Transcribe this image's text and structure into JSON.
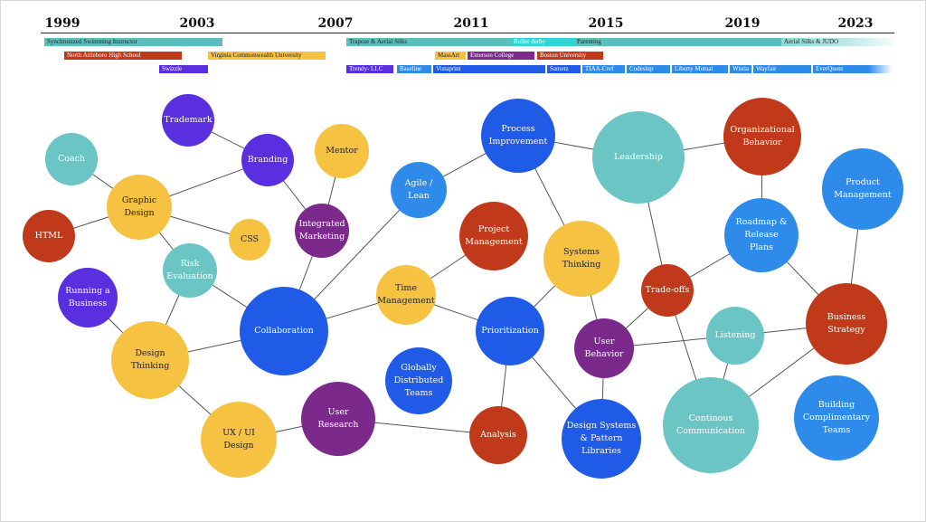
{
  "timeline": {
    "years": [
      "1999",
      "2003",
      "2007",
      "2011",
      "2015",
      "2019",
      "2023"
    ],
    "bars": [
      {
        "id": "b1",
        "label": "Synchronized Swimming Instructor",
        "color": "#5BBFBF",
        "dark": true
      },
      {
        "id": "b2",
        "label": "North Attleboro High School",
        "color": "#C0391B",
        "dark": false
      },
      {
        "id": "b3",
        "label": "Virginia Commonwealth University",
        "color": "#F5C242",
        "dark": true
      },
      {
        "id": "b4",
        "label": "Swizzle",
        "color": "#5A2FE0",
        "dark": false
      },
      {
        "id": "b5",
        "label": "Trapeze & Aerial Silks",
        "color": "#5BBFBF",
        "dark": true
      },
      {
        "id": "b6",
        "label": "Roller derby",
        "color": "#2ED6D6",
        "dark": false
      },
      {
        "id": "b7",
        "label": "Parenting",
        "color": "#5BBFBF",
        "dark": true
      },
      {
        "id": "b8",
        "label": "Aerial Silks & JUDO",
        "color": "#BFE8E8",
        "dark": true
      },
      {
        "id": "b9",
        "label": "MassArt",
        "color": "#F5C242",
        "dark": true
      },
      {
        "id": "b10",
        "label": "Emerson College",
        "color": "#7B2A8C",
        "dark": false
      },
      {
        "id": "b11",
        "label": "Boston University",
        "color": "#C0391B",
        "dark": false
      },
      {
        "id": "b12",
        "label": "Trendy- LLC",
        "color": "#5A2FE0",
        "dark": false
      },
      {
        "id": "b13",
        "label": "Baseline",
        "color": "#2E8BEA",
        "dark": false
      },
      {
        "id": "b14",
        "label": "Vistaprint",
        "color": "#1F5BE6",
        "dark": false
      },
      {
        "id": "b15",
        "label": "Sametz",
        "color": "#1F5BE6",
        "dark": false
      },
      {
        "id": "b16",
        "label": "TIAA-Cref",
        "color": "#2E8BEA",
        "dark": false
      },
      {
        "id": "b17",
        "label": "Codeship",
        "color": "#2E8BEA",
        "dark": false
      },
      {
        "id": "b18",
        "label": "Liberty Mutual",
        "color": "#2E8BEA",
        "dark": false
      },
      {
        "id": "b19",
        "label": "Wistia",
        "color": "#2E8BEA",
        "dark": false
      },
      {
        "id": "b20",
        "label": "Wayfair",
        "color": "#2E8BEA",
        "dark": false
      },
      {
        "id": "b21",
        "label": "EverQuote",
        "color": "#2E8BEA",
        "dark": false
      }
    ]
  },
  "nodes": [
    {
      "id": "trademark",
      "label": "Trademark",
      "color": "#5A2FE0",
      "dark": false
    },
    {
      "id": "coach",
      "label": "Coach",
      "color": "#6BC5C5",
      "dark": false
    },
    {
      "id": "branding",
      "label": "Branding",
      "color": "#5A2FE0",
      "dark": false
    },
    {
      "id": "mentor",
      "label": "Mentor",
      "color": "#F5C242",
      "dark": true
    },
    {
      "id": "graphic",
      "label": "Graphic\nDesign",
      "color": "#F5C242",
      "dark": true
    },
    {
      "id": "html",
      "label": "HTML",
      "color": "#C0391B",
      "dark": false
    },
    {
      "id": "css",
      "label": "CSS",
      "color": "#F5C242",
      "dark": true
    },
    {
      "id": "intmarketing",
      "label": "Integrated\nMarketing",
      "color": "#7B2A8C",
      "dark": false
    },
    {
      "id": "risk",
      "label": "Risk\nEvaluation",
      "color": "#6BC5C5",
      "dark": false
    },
    {
      "id": "running",
      "label": "Running a\nBusiness",
      "color": "#5A2FE0",
      "dark": false
    },
    {
      "id": "designthinking",
      "label": "Design\nThinking",
      "color": "#F5C242",
      "dark": true
    },
    {
      "id": "collab",
      "label": "Collaboration",
      "color": "#1F5BE6",
      "dark": false
    },
    {
      "id": "uxui",
      "label": "UX / UI\nDesign",
      "color": "#F5C242",
      "dark": true
    },
    {
      "id": "userresearch",
      "label": "User\nResearch",
      "color": "#7B2A8C",
      "dark": false
    },
    {
      "id": "agile",
      "label": "Agile / Lean",
      "color": "#2E8BEA",
      "dark": false
    },
    {
      "id": "process",
      "label": "Process\nImprovement",
      "color": "#1F5BE6",
      "dark": false
    },
    {
      "id": "projmgmt",
      "label": "Project\nManagement",
      "color": "#C0391B",
      "dark": false
    },
    {
      "id": "timemgmt",
      "label": "Time\nManagement",
      "color": "#F5C242",
      "dark": true
    },
    {
      "id": "globally",
      "label": "Globally\nDistributed\nTeams",
      "color": "#1F5BE6",
      "dark": false
    },
    {
      "id": "prioritization",
      "label": "Prioritization",
      "color": "#1F5BE6",
      "dark": false
    },
    {
      "id": "analysis",
      "label": "Analysis",
      "color": "#C0391B",
      "dark": false
    },
    {
      "id": "systems",
      "label": "Systems\nThinking",
      "color": "#F5C242",
      "dark": true
    },
    {
      "id": "userbehavior",
      "label": "User\nBehavior",
      "color": "#7B2A8C",
      "dark": false
    },
    {
      "id": "designsystems",
      "label": "Design Systems\n& Pattern\nLibraries",
      "color": "#1F5BE6",
      "dark": false
    },
    {
      "id": "leadership",
      "label": "Leadership",
      "color": "#6BC5C5",
      "dark": false
    },
    {
      "id": "orgbehavior",
      "label": "Organizational\nBehavior",
      "color": "#C0391B",
      "dark": false
    },
    {
      "id": "productmgmt",
      "label": "Product\nManagement",
      "color": "#2E8BEA",
      "dark": false
    },
    {
      "id": "roadmap",
      "label": "Roadmap &\nRelease\nPlans",
      "color": "#2E8BEA",
      "dark": false
    },
    {
      "id": "tradeoffs",
      "label": "Trade-offs",
      "color": "#C0391B",
      "dark": false
    },
    {
      "id": "listening",
      "label": "Listening",
      "color": "#6BC5C5",
      "dark": false
    },
    {
      "id": "bizstrategy",
      "label": "Business\nStrategy",
      "color": "#C0391B",
      "dark": false
    },
    {
      "id": "continuous",
      "label": "Continous\nCommunication",
      "color": "#6BC5C5",
      "dark": false
    },
    {
      "id": "buildingteams",
      "label": "Building\nComplimentary\nTeams",
      "color": "#2E8BEA",
      "dark": false
    }
  ],
  "edges": [
    [
      "coach",
      "graphic"
    ],
    [
      "graphic",
      "branding"
    ],
    [
      "trademark",
      "branding"
    ],
    [
      "branding",
      "intmarketing"
    ],
    [
      "mentor",
      "intmarketing"
    ],
    [
      "graphic",
      "html"
    ],
    [
      "graphic",
      "css"
    ],
    [
      "graphic",
      "risk"
    ],
    [
      "risk",
      "collab"
    ],
    [
      "running",
      "designthinking"
    ],
    [
      "risk",
      "designthinking"
    ],
    [
      "designthinking",
      "collab"
    ],
    [
      "designthinking",
      "uxui"
    ],
    [
      "uxui",
      "userresearch"
    ],
    [
      "intmarketing",
      "collab"
    ],
    [
      "collab",
      "agile"
    ],
    [
      "collab",
      "timemgmt"
    ],
    [
      "timemgmt",
      "projmgmt"
    ],
    [
      "timemgmt",
      "prioritization"
    ],
    [
      "agile",
      "process"
    ],
    [
      "userresearch",
      "analysis"
    ],
    [
      "prioritization",
      "analysis"
    ],
    [
      "prioritization",
      "systems"
    ],
    [
      "prioritization",
      "designsystems"
    ],
    [
      "process",
      "systems"
    ],
    [
      "systems",
      "userbehavior"
    ],
    [
      "process",
      "leadership"
    ],
    [
      "leadership",
      "orgbehavior"
    ],
    [
      "leadership",
      "tradeoffs"
    ],
    [
      "orgbehavior",
      "roadmap"
    ],
    [
      "roadmap",
      "tradeoffs"
    ],
    [
      "roadmap",
      "bizstrategy"
    ],
    [
      "productmgmt",
      "bizstrategy"
    ],
    [
      "tradeoffs",
      "userbehavior"
    ],
    [
      "userbehavior",
      "listening"
    ],
    [
      "tradeoffs",
      "continuous"
    ],
    [
      "listening",
      "continuous"
    ],
    [
      "listening",
      "bizstrategy"
    ],
    [
      "bizstrategy",
      "continuous"
    ],
    [
      "userbehavior",
      "designsystems"
    ]
  ]
}
